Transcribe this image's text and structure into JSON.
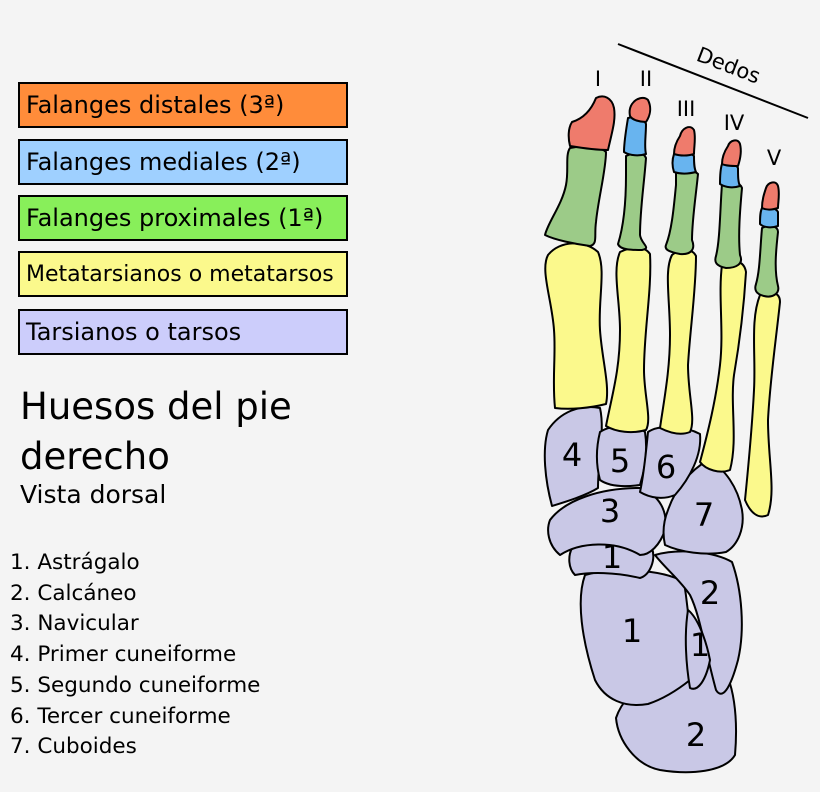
{
  "legend": [
    {
      "label": "Falanges distales (3ª)",
      "color": "#ff8c3a"
    },
    {
      "label": "Falanges mediales (2ª)",
      "color": "#9fd0ff"
    },
    {
      "label": "Falanges proximales (1ª)",
      "color": "#88ef5a"
    },
    {
      "label": "Metatarsianos o metatarsos",
      "color": "#fbf98c"
    },
    {
      "label": "Tarsianos o tarsos",
      "color": "#cccdfb"
    }
  ],
  "title": "Huesos del pie derecho",
  "subtitle": "Vista dorsal",
  "key": [
    "1. Astrágalo",
    "2. Calcáneo",
    "3. Navicular",
    "4. Primer cuneiforme",
    "5. Segundo cuneiforme",
    "6. Tercer cuneiforme",
    "7. Cuboides"
  ],
  "digits_label": "Dedos",
  "digits": [
    "I",
    "II",
    "III",
    "IV",
    "V"
  ],
  "bone_numbers": {
    "first_cuneiform": "4",
    "second_cuneiform": "5",
    "third_cuneiform": "6",
    "navicular": "3",
    "cuboid": "7",
    "talus_head": "1",
    "talus_body": "1",
    "talus_neck": "1",
    "calcaneus_upper": "2",
    "calcaneus_lower": "2"
  },
  "colors": {
    "distal": "#ef7b6c",
    "medial": "#68b4ef",
    "proximal": "#9ccb88",
    "metatarsal": "#fbf98c",
    "tarsal": "#c9c8e6",
    "background": "#f4f4f4"
  }
}
